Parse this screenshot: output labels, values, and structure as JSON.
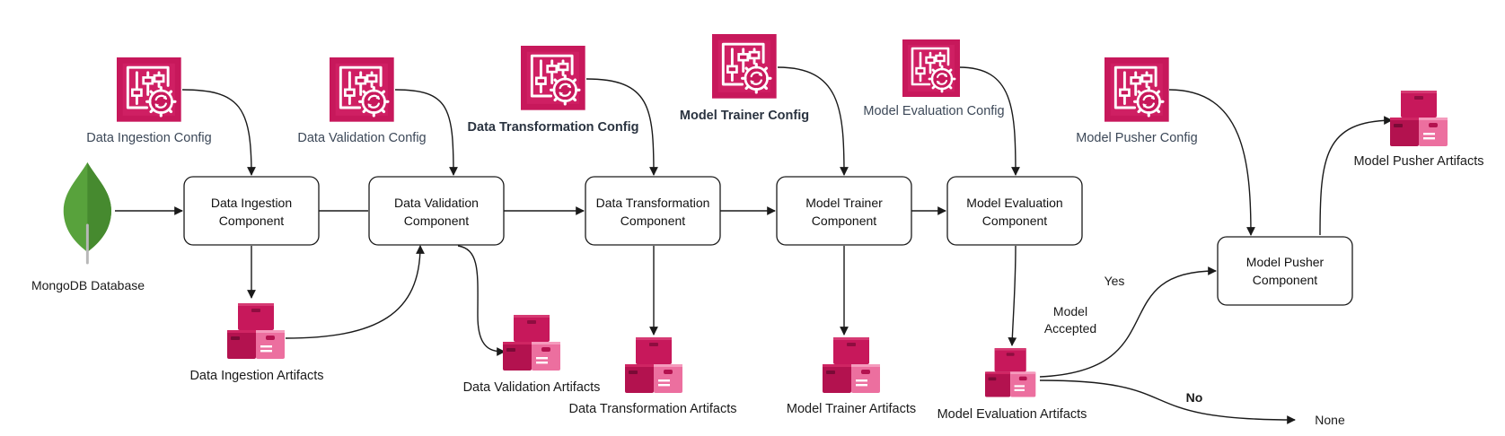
{
  "colors": {
    "accent": "#c7185b",
    "accent_dark": "#a3104a",
    "accent_light": "#f178a7",
    "mongo_green": "#58a23c"
  },
  "source": {
    "label": "MongoDB Database",
    "icon": "mongodb-leaf-icon"
  },
  "configs": [
    {
      "id": "ingestion",
      "label": "Data Ingestion Config",
      "icon": "config-sliders-gear-icon"
    },
    {
      "id": "validation",
      "label": "Data Validation Config",
      "icon": "config-sliders-gear-icon"
    },
    {
      "id": "transformation",
      "label": "Data Transformation Config",
      "icon": "config-sliders-gear-icon"
    },
    {
      "id": "trainer",
      "label": "Model Trainer Config",
      "icon": "config-sliders-gear-icon"
    },
    {
      "id": "evaluation",
      "label": "Model Evaluation Config",
      "icon": "config-sliders-gear-icon"
    },
    {
      "id": "pusher",
      "label": "Model Pusher Config",
      "icon": "config-sliders-gear-icon"
    }
  ],
  "components": [
    {
      "id": "ingestion",
      "line1": "Data Ingestion",
      "line2": "Component"
    },
    {
      "id": "validation",
      "line1": "Data Validation",
      "line2": "Component"
    },
    {
      "id": "transformation",
      "line1": "Data Transformation",
      "line2": "Component"
    },
    {
      "id": "trainer",
      "line1": "Model Trainer",
      "line2": "Component"
    },
    {
      "id": "evaluation",
      "line1": "Model Evaluation",
      "line2": "Component"
    },
    {
      "id": "pusher",
      "line1": "Model Pusher",
      "line2": "Component"
    }
  ],
  "artifacts": [
    {
      "id": "ingestion",
      "label": "Data Ingestion Artifacts",
      "icon": "artifact-boxes-icon"
    },
    {
      "id": "validation",
      "label": "Data Validation Artifacts",
      "icon": "artifact-boxes-icon"
    },
    {
      "id": "transformation",
      "label": "Data Transformation Artifacts",
      "icon": "artifact-boxes-icon"
    },
    {
      "id": "trainer",
      "label": "Model Trainer Artifacts",
      "icon": "artifact-boxes-icon"
    },
    {
      "id": "evaluation",
      "label": "Model Evaluation Artifacts",
      "icon": "artifact-boxes-icon"
    },
    {
      "id": "pusher",
      "label": "Model Pusher Artifacts",
      "icon": "artifact-boxes-icon"
    }
  ],
  "decision": {
    "condition_line1": "Model",
    "condition_line2": "Accepted",
    "yes_label": "Yes",
    "no_label": "No",
    "no_target": "None"
  }
}
